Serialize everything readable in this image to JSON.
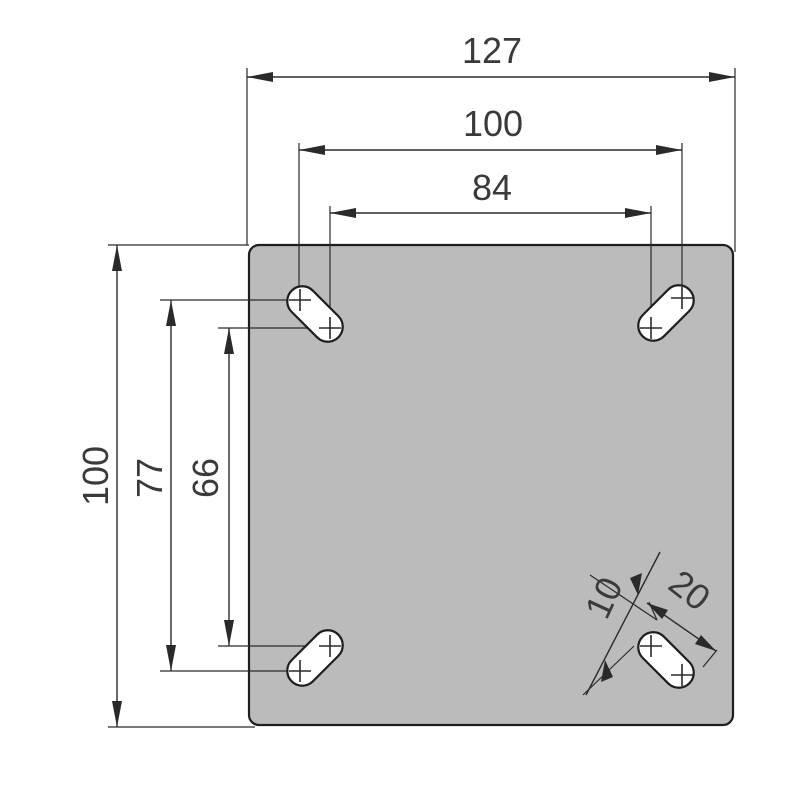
{
  "drawing": {
    "colors": {
      "plate_fill": "#bbbbbb",
      "plate_stroke": "#1e1e1e",
      "line": "#2a2a2a",
      "text": "#3a3a3a",
      "slot_fill": "#ffffff"
    },
    "dimensions": {
      "overall_width": "127",
      "hole_width_outer": "100",
      "hole_width_inner": "84",
      "overall_height": "100",
      "hole_height_outer": "77",
      "hole_height_inner": "66",
      "slot_width": "10",
      "slot_length": "20"
    }
  }
}
